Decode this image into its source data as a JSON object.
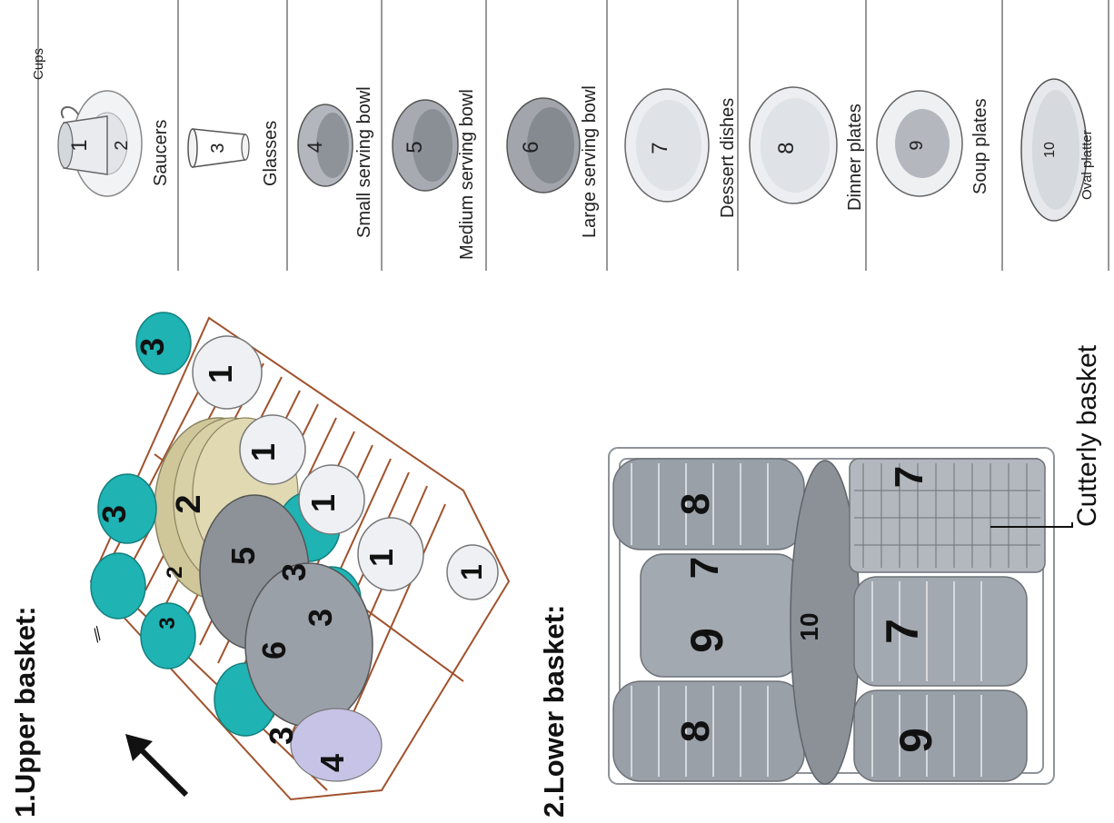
{
  "sections": {
    "upper": "1.Upper basket:",
    "lower": "2.Lower basket:"
  },
  "cutlery_basket_label": "Cutterly basket",
  "legend": [
    {
      "number": "1",
      "label": "Cups",
      "icon": "cup-icon"
    },
    {
      "number": "2",
      "label": "Saucers",
      "icon": "saucer-icon"
    },
    {
      "number": "3",
      "label": "Glasses",
      "icon": "glass-icon"
    },
    {
      "number": "4",
      "label": "Small serving bowl",
      "icon": "small-bowl-icon"
    },
    {
      "number": "5",
      "label": "Medium serving bowl",
      "icon": "medium-bowl-icon"
    },
    {
      "number": "6",
      "label": "Large serving bowl",
      "icon": "large-bowl-icon"
    },
    {
      "number": "7",
      "label": "Dessert dishes",
      "icon": "dessert-dish-icon"
    },
    {
      "number": "8",
      "label": "Dinner plates",
      "icon": "dinner-plate-icon"
    },
    {
      "number": "9",
      "label": "Soup plates",
      "icon": "soup-plate-icon"
    },
    {
      "number": "10",
      "label": "Oval platter",
      "icon": "oval-platter-icon"
    }
  ],
  "upper_basket_markers": [
    "1",
    "1",
    "1",
    "1",
    "1",
    "2",
    "2",
    "3",
    "3",
    "3",
    "3",
    "3",
    "3",
    "4",
    "5",
    "6"
  ],
  "lower_basket_markers": [
    "8",
    "8",
    "7",
    "7",
    "7",
    "9",
    "9",
    "10"
  ],
  "colors": {
    "rack_wire": "#a0522d",
    "glass_teal": "#1fb3b3",
    "dish_grey": "#9aa0a8",
    "cup_white": "#eef0f3",
    "saucer_beige": "#d6cfa4"
  }
}
